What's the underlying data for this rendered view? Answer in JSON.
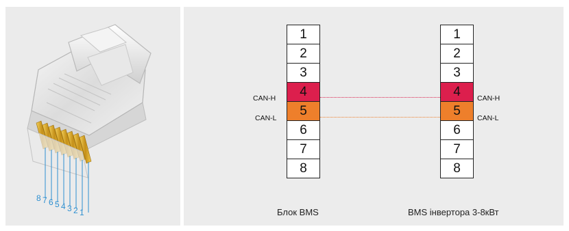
{
  "connector": {
    "pin_numbers": [
      "8",
      "7",
      "6",
      "5",
      "4",
      "3",
      "2",
      "1"
    ]
  },
  "left_block": {
    "pins": [
      "1",
      "2",
      "3",
      "4",
      "5",
      "6",
      "7",
      "8"
    ],
    "caption": "Блок BMS",
    "labels": {
      "can_h": "CAN-H",
      "can_l": "CAN-L"
    }
  },
  "right_block": {
    "pins": [
      "1",
      "2",
      "3",
      "4",
      "5",
      "6",
      "7",
      "8"
    ],
    "caption": "BMS інвертора 3-8кВт",
    "labels": {
      "can_h": "CAN-H",
      "can_l": "CAN-L"
    }
  },
  "colors": {
    "can_h": "#dc1f4d",
    "can_l": "#ee7f2b",
    "pin_wire": "#2d8fd0",
    "gold_contact": "#d8a424"
  }
}
